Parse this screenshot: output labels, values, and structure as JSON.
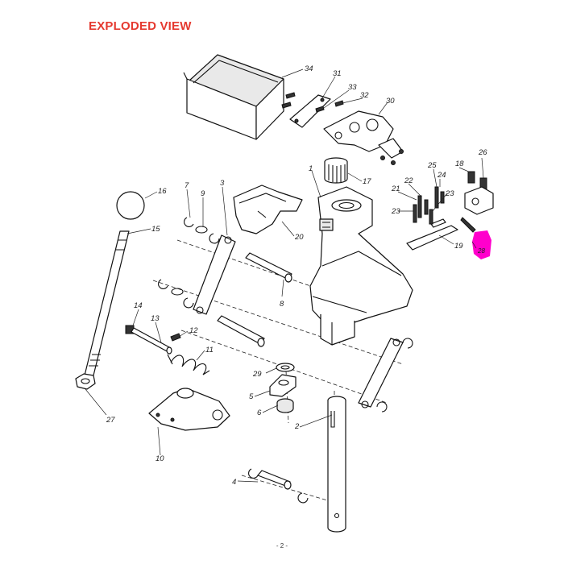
{
  "title": "EXPLODED VIEW",
  "page_number": "- 2 -",
  "colors": {
    "title": "#e5392f",
    "highlight": "#ff00cc",
    "line": "#111111"
  },
  "callouts": [
    {
      "id": "c1",
      "text": "1"
    },
    {
      "id": "c2",
      "text": "2"
    },
    {
      "id": "c3",
      "text": "3"
    },
    {
      "id": "c4",
      "text": "4"
    },
    {
      "id": "c5",
      "text": "5"
    },
    {
      "id": "c6",
      "text": "6"
    },
    {
      "id": "c7",
      "text": "7"
    },
    {
      "id": "c8",
      "text": "8"
    },
    {
      "id": "c9",
      "text": "9"
    },
    {
      "id": "c10",
      "text": "10"
    },
    {
      "id": "c11",
      "text": "11"
    },
    {
      "id": "c12",
      "text": "12"
    },
    {
      "id": "c13",
      "text": "13"
    },
    {
      "id": "c14",
      "text": "14"
    },
    {
      "id": "c15",
      "text": "15"
    },
    {
      "id": "c16",
      "text": "16"
    },
    {
      "id": "c17",
      "text": "17"
    },
    {
      "id": "c18",
      "text": "18"
    },
    {
      "id": "c19",
      "text": "19"
    },
    {
      "id": "c20",
      "text": "20"
    },
    {
      "id": "c21",
      "text": "21"
    },
    {
      "id": "c22",
      "text": "22"
    },
    {
      "id": "c23a",
      "text": "23"
    },
    {
      "id": "c23b",
      "text": "23"
    },
    {
      "id": "c24",
      "text": "24"
    },
    {
      "id": "c25",
      "text": "25"
    },
    {
      "id": "c26",
      "text": "26"
    },
    {
      "id": "c27",
      "text": "27"
    },
    {
      "id": "c28",
      "text": "28"
    },
    {
      "id": "c29",
      "text": "29"
    },
    {
      "id": "c30",
      "text": "30"
    },
    {
      "id": "c31",
      "text": "31"
    },
    {
      "id": "c32",
      "text": "32"
    },
    {
      "id": "c33",
      "text": "33"
    },
    {
      "id": "c34",
      "text": "34"
    }
  ]
}
